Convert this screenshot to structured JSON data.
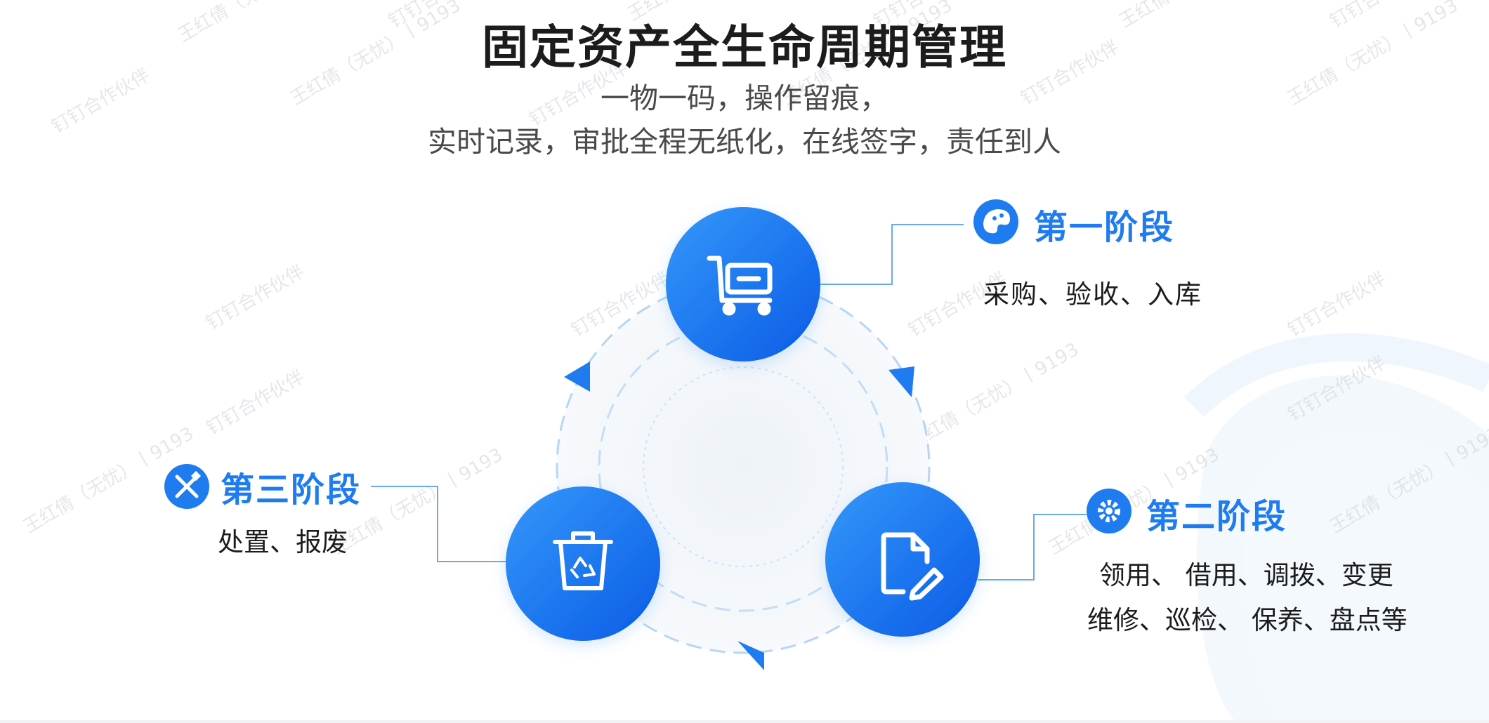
{
  "title": "固定资产全生命周期管理",
  "subtitle_line1": "一物一码，操作留痕，",
  "subtitle_line2": "实时记录，审批全程无纸化，在线签字，责任到人",
  "stages": [
    {
      "title": "第一阶段",
      "desc_line1": "采购、验收、入库",
      "icon": "shopping-cart-icon",
      "badge_icon": "palette-icon"
    },
    {
      "title": "第二阶段",
      "desc_line1": "领用、 借用、调拨、变更",
      "desc_line2": "维修、巡检、 保养、盘点等",
      "icon": "document-edit-icon",
      "badge_icon": "gear-icon"
    },
    {
      "title": "第三阶段",
      "desc_line1": "处置、报废",
      "icon": "recycle-bin-icon",
      "badge_icon": "tools-icon"
    }
  ],
  "watermarks": [
    "钉钉合作伙伴",
    "王红倩（无忧）丨9193"
  ],
  "colors": {
    "accent": "#1e7cf0",
    "circle_light": "#2f90f8",
    "circle_dark": "#0b5fe8",
    "connector": "#6aa8f0",
    "ring_dash": "#b7d6f6"
  }
}
